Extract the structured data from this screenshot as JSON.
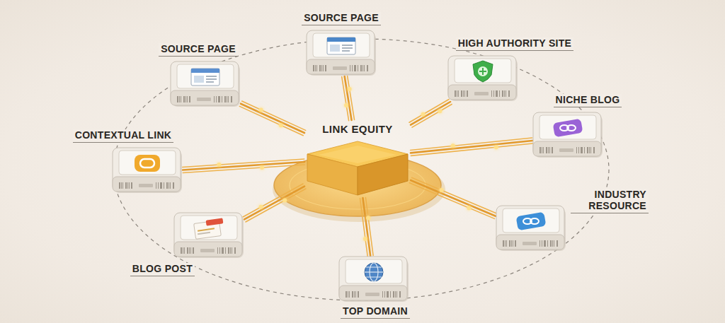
{
  "diagram": {
    "nodes": [
      {
        "text": [
          "SOURCE PAGE"
        ]
      },
      {
        "text": [
          "SOURCE PAGE"
        ]
      },
      {
        "text": [
          "HIGH AUTHORITY SITE"
        ]
      },
      {
        "text": [
          "NICHE BLOG"
        ]
      },
      {
        "text": [
          "CONTEXTUAL LINK"
        ]
      },
      {
        "text": [
          "LINK EQUITY"
        ]
      },
      {
        "text": [
          "INDUSTRY RESOURCE"
        ]
      },
      {
        "text": [
          "BLOG POST"
        ]
      },
      {
        "text": [
          "TOP DOMAIN"
        ]
      }
    ],
    "edges": [
      {
        "from": 0,
        "to": 5,
        "arrow": "none"
      },
      {
        "from": 1,
        "to": 5,
        "arrow": "none"
      },
      {
        "from": 2,
        "to": 5,
        "arrow": "none"
      },
      {
        "from": 3,
        "to": 5,
        "arrow": "none"
      },
      {
        "from": 4,
        "to": 5,
        "arrow": "none"
      },
      {
        "from": 6,
        "to": 5,
        "arrow": "none"
      },
      {
        "from": 7,
        "to": 5,
        "arrow": "none"
      },
      {
        "from": 8,
        "to": 5,
        "arrow": "none"
      }
    ]
  }
}
